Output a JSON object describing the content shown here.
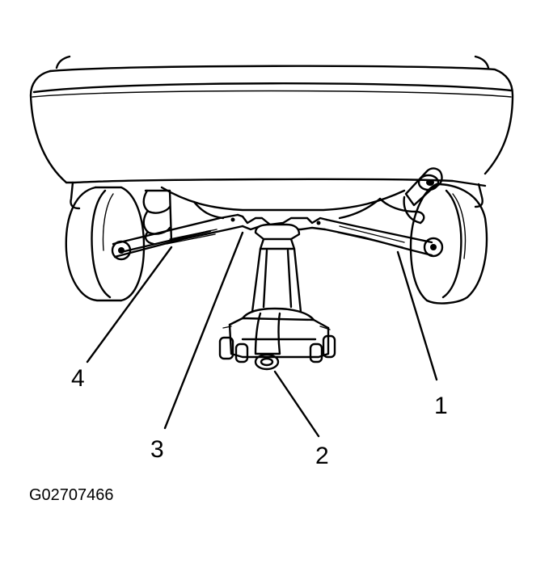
{
  "callouts": [
    {
      "id": "1",
      "label": "1"
    },
    {
      "id": "2",
      "label": "2"
    },
    {
      "id": "3",
      "label": "3"
    },
    {
      "id": "4",
      "label": "4"
    }
  ],
  "figure_id": "G02707466",
  "colors": {
    "ink": "#000000",
    "paper": "#ffffff"
  }
}
